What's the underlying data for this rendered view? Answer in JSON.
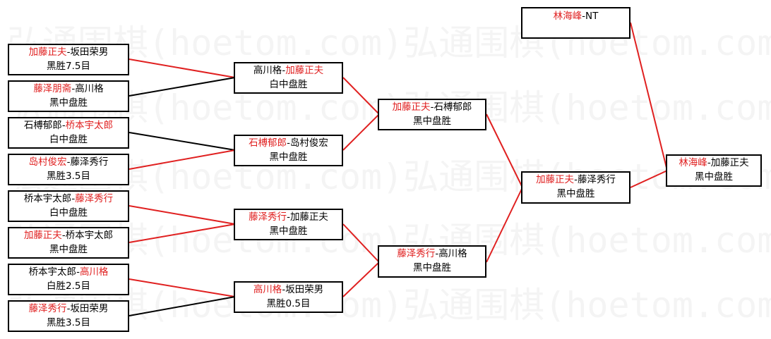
{
  "watermark_text": "弘通围棋(hoetom.com)弘通围棋(hoetom.com)",
  "colors": {
    "winner": "#e02020",
    "winner_line": "#e02020",
    "loser_line": "#000000",
    "border": "#000000"
  },
  "round1": [
    {
      "p1": "加藤正夫",
      "p2": "坂田荣男",
      "winner": 1,
      "result": "黑胜7.5目"
    },
    {
      "p1": "藤泽朋斋",
      "p2": "高川格",
      "winner": 1,
      "result": "黑中盘胜"
    },
    {
      "p1": "石榑郁郎",
      "p2": "桥本宇太郎",
      "winner": 2,
      "result": "白中盘胜"
    },
    {
      "p1": "岛村俊宏",
      "p2": "藤泽秀行",
      "winner": 1,
      "result": "黑胜3.5目"
    },
    {
      "p1": "桥本宇太郎",
      "p2": "藤泽秀行",
      "winner": 2,
      "result": "白中盘胜"
    },
    {
      "p1": "加藤正夫",
      "p2": "桥本宇太郎",
      "winner": 1,
      "result": "黑中盘胜"
    },
    {
      "p1": "桥本宇太郎",
      "p2": "高川格",
      "winner": 2,
      "result": "白胜2.5目"
    },
    {
      "p1": "藤泽秀行",
      "p2": "坂田荣男",
      "winner": 1,
      "result": "黑胜3.5目"
    }
  ],
  "round2": [
    {
      "p1": "高川格",
      "p2": "加藤正夫",
      "winner": 2,
      "result": "白中盘胜"
    },
    {
      "p1": "石榑郁郎",
      "p2": "岛村俊宏",
      "winner": 1,
      "result": "黑中盘胜"
    },
    {
      "p1": "藤泽秀行",
      "p2": "加藤正夫",
      "winner": 1,
      "result": "黑中盘胜"
    },
    {
      "p1": "高川格",
      "p2": "坂田荣男",
      "winner": 1,
      "result": "黑胜0.5目"
    }
  ],
  "round3": [
    {
      "p1": "加藤正夫",
      "p2": "石榑郁郎",
      "winner": 1,
      "result": "黑中盘胜"
    },
    {
      "p1": "藤泽秀行",
      "p2": "高川格",
      "winner": 1,
      "result": "黑中盘胜"
    }
  ],
  "semifinal": {
    "p1": "加藤正夫",
    "p2": "藤泽秀行",
    "winner": 1,
    "result": "黑中盘胜"
  },
  "seed": {
    "p1": "林海峰",
    "p2": "NT",
    "winner": 1
  },
  "final": {
    "p1": "林海峰",
    "p2": "加藤正夫",
    "winner": 1,
    "result": "黑中盘胜"
  }
}
